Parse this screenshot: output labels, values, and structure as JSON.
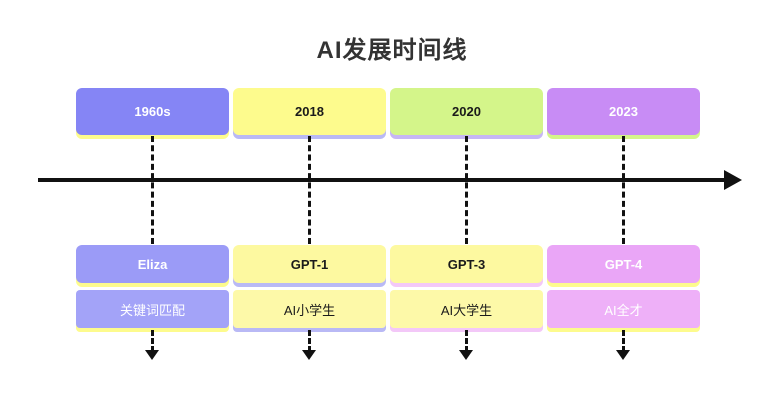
{
  "title": "AI发展时间线",
  "axis": {
    "icon": "right-arrow-icon",
    "direction": "right"
  },
  "colors": {
    "title": "#333333",
    "axis": "#111111",
    "era_purple": "#8585f5",
    "era_yellow": "#fdfb8d",
    "era_green": "#d4f58a",
    "era_orchid": "#c88cf5",
    "model_purple": "#9b9bf7",
    "model_yellow": "#fdf9a0",
    "model_orchid": "#eaa6f7",
    "desc_purple": "#a3a3f8",
    "desc_yellow": "#fdf9a8",
    "desc_orchid": "#eeb0f8"
  },
  "columns": [
    {
      "era": {
        "label": "1960s",
        "fill": "#8585f5",
        "text": "#ffffff",
        "under": "#fdfb8d"
      },
      "model": {
        "label": "Eliza",
        "fill": "#9b9bf7",
        "text": "#ffffff",
        "under": "#fdfb8d"
      },
      "desc": {
        "label": "关键词匹配",
        "fill": "#a3a3f8",
        "text": "#ffffff",
        "under": "#fdfb8d"
      },
      "connector_down_icon": "down-arrow-icon"
    },
    {
      "era": {
        "label": "2018",
        "fill": "#fdfb8d",
        "text": "#1a1a1a",
        "under": "#b9b9f5"
      },
      "model": {
        "label": "GPT-1",
        "fill": "#fdf9a0",
        "text": "#1a1a1a",
        "under": "#b9b9f5"
      },
      "desc": {
        "label": "AI小学生",
        "fill": "#fdf9a8",
        "text": "#1a1a1a",
        "under": "#b9b9f5"
      },
      "connector_down_icon": "down-arrow-icon"
    },
    {
      "era": {
        "label": "2020",
        "fill": "#d4f58a",
        "text": "#1a1a1a",
        "under": "#c6b6f5"
      },
      "model": {
        "label": "GPT-3",
        "fill": "#fdf9a0",
        "text": "#1a1a1a",
        "under": "#f3c8f8"
      },
      "desc": {
        "label": "AI大学生",
        "fill": "#fdf9a8",
        "text": "#1a1a1a",
        "under": "#f3c8f8"
      },
      "connector_down_icon": "down-arrow-icon"
    },
    {
      "era": {
        "label": "2023",
        "fill": "#c88cf5",
        "text": "#ffffff",
        "under": "#d4f58a"
      },
      "model": {
        "label": "GPT-4",
        "fill": "#eaa6f7",
        "text": "#ffffff",
        "under": "#fdfb8d"
      },
      "desc": {
        "label": "AI全才",
        "fill": "#eeb0f8",
        "text": "#ffffff",
        "under": "#fdfb8d"
      },
      "connector_down_icon": "down-arrow-icon"
    }
  ]
}
